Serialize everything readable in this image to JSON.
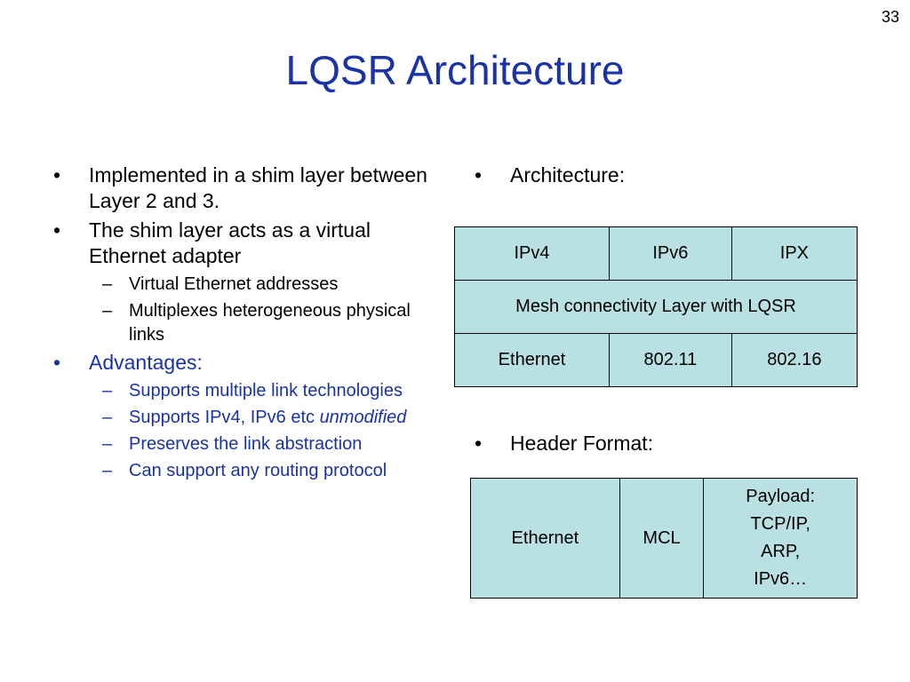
{
  "page_number": "33",
  "title": "LQSR Architecture",
  "left_bullets": {
    "b1": "Implemented in a shim layer between Layer 2 and 3.",
    "b2": "The shim layer acts as a virtual Ethernet adapter",
    "b2_sub1": "Virtual Ethernet addresses",
    "b2_sub2": "Multiplexes heterogeneous physical links",
    "b3": "Advantages:",
    "b3_sub1": "Supports multiple link technologies",
    "b3_sub2_text": "Supports IPv4, IPv6 etc",
    "b3_sub2_em": "unmodified",
    "b3_sub3": "Preserves the link abstraction",
    "b3_sub4": "Can support any routing protocol"
  },
  "bullet_char": "•",
  "dash_char": "–",
  "architecture": {
    "label": "Architecture:",
    "row1": [
      "IPv4",
      "IPv6",
      "IPX"
    ],
    "row2": "Mesh connectivity Layer with LQSR",
    "row3": [
      "Ethernet",
      "802.11",
      "802.16"
    ]
  },
  "header_format": {
    "label": "Header Format:",
    "cells": [
      "Ethernet",
      "MCL"
    ],
    "payload_lines": [
      "Payload:",
      "TCP/IP,",
      "ARP,",
      "IPv6…"
    ]
  },
  "colors": {
    "title": "#1a33a6",
    "accent_text": "#1a33a6",
    "cell_fill": "#b9e0e2"
  }
}
